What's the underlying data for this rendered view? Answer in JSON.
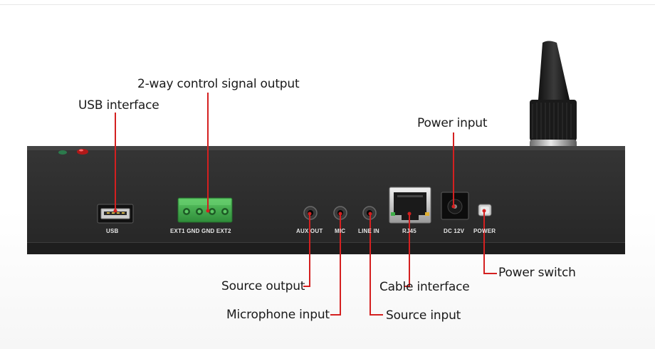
{
  "callouts": {
    "usb_interface": "USB interface",
    "control_signal": "2-way control signal output",
    "power_input": "Power input",
    "source_output": "Source output",
    "microphone_input": "Microphone input",
    "cable_interface": "Cable interface",
    "source_input": "Source input",
    "power_switch": "Power switch"
  },
  "ports": {
    "usb": "USB",
    "ext": "EXT1 GND GND EXT2",
    "aux_out": "AUX OUT",
    "mic": "MIC",
    "line_in": "LINE IN",
    "rj45": "RJ45",
    "dc": "DC 12V",
    "power": "POWER"
  },
  "colors": {
    "leader_line": "#d42020",
    "device_body": "#2b2b2b",
    "terminal_block": "#3fae49"
  }
}
